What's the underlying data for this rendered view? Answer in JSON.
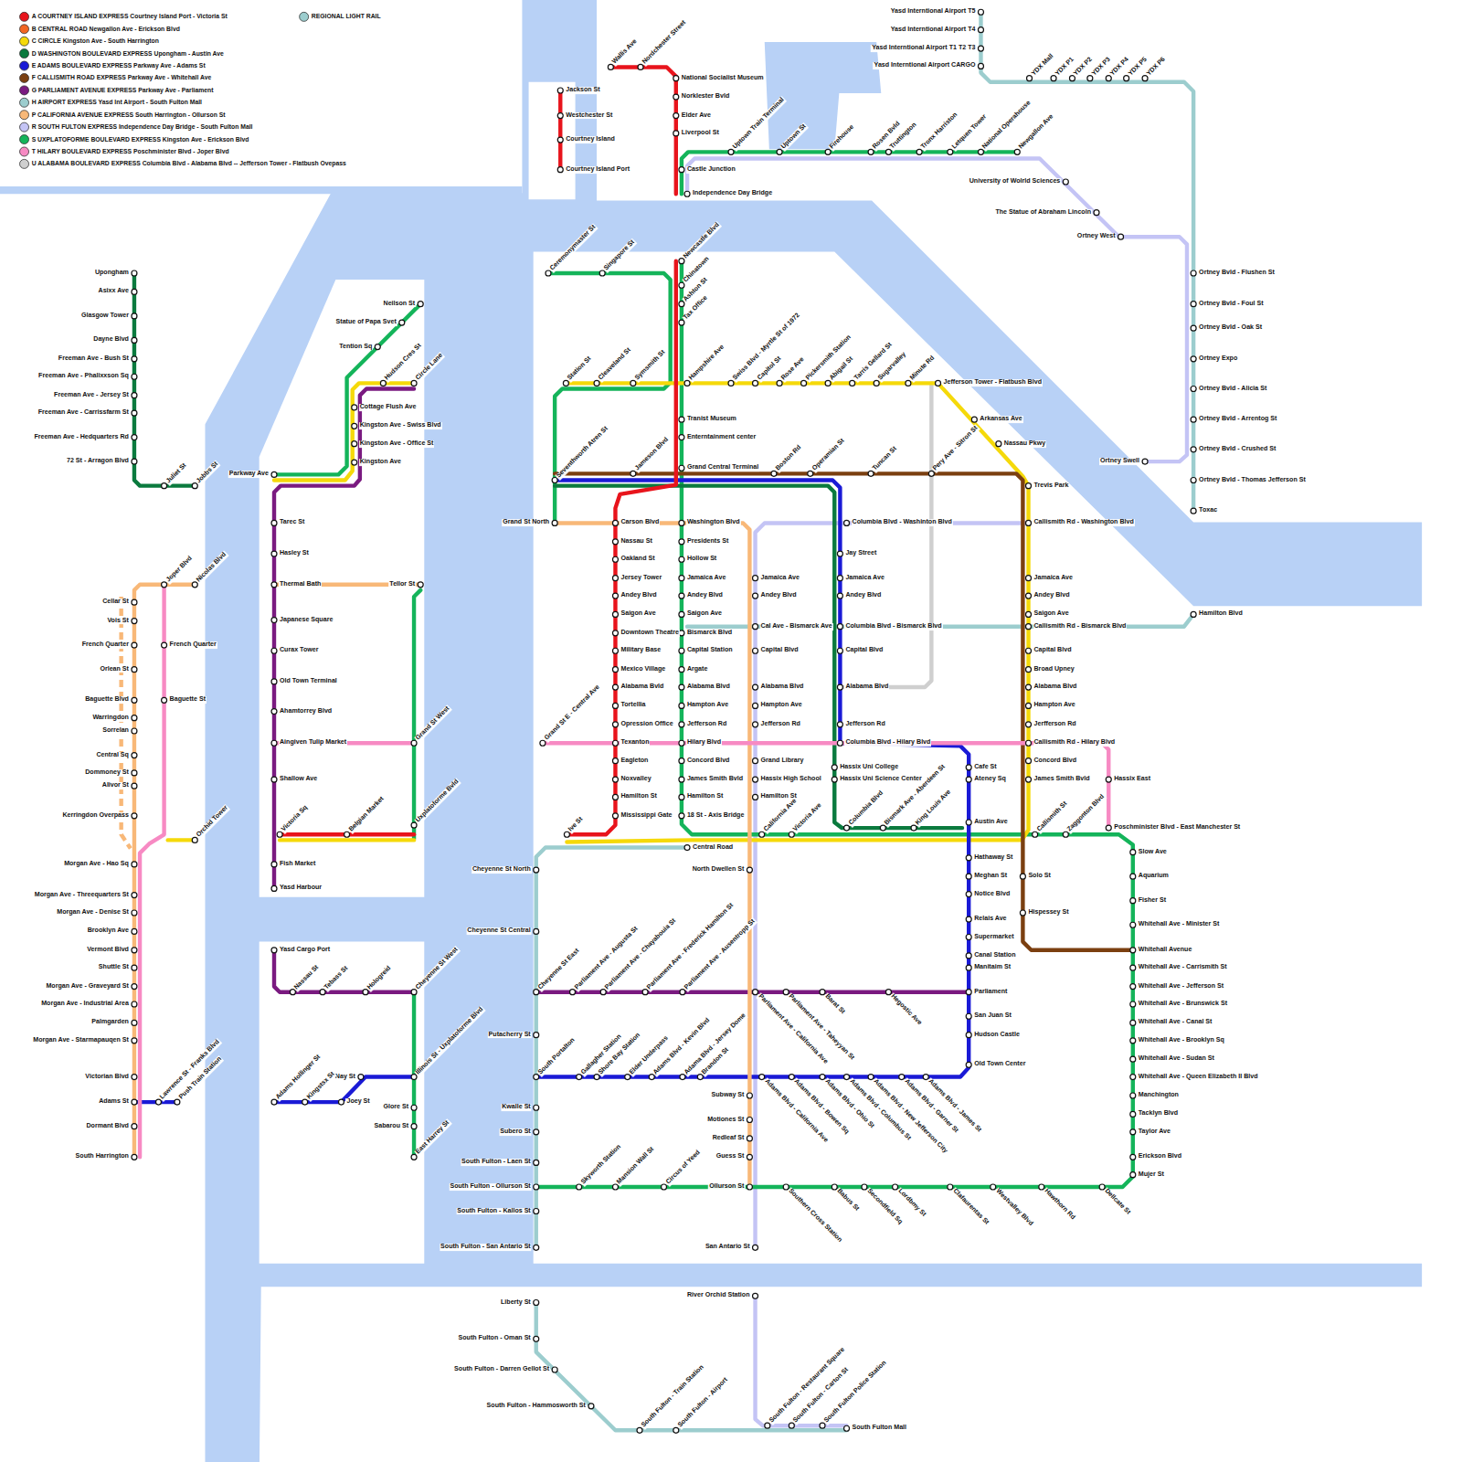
{
  "diagram": {
    "labels": [
      "Jackson St",
      "Westchester St",
      "Courtney Island",
      "Courtney Island Port",
      "Wallis Ave",
      "Nordchester Street",
      "National Socialist Museum",
      "Norklester Bvld",
      "Elder Ave",
      "Liverpool St",
      "Castle Junction",
      "Independence Day Bridge",
      "Uptown Train Terminal",
      "Uptown St",
      "Firehouse",
      "Rosen Bvld",
      "Truttington",
      "Tronx Harriston",
      "Letquen Tower",
      "National Operahouse",
      "Newgallon Ave",
      "University of Wolrld Sciences",
      "The Statue of Abraham Lincoln",
      "Ortney West",
      "Ortney Swell",
      "Yasd Interntional Airport T5",
      "Yasd Interntional Airport T4",
      "Yasd Interntional Airport T1 T2 T3",
      "Yasd Interntional Airport CARGO",
      "YDX Mall",
      "YDX P1",
      "YDX P2",
      "YDX P3",
      "YDX P4",
      "YDX P5",
      "YDX P6",
      "Ortney Bvld - Flushen St",
      "Ortney Bvld - Foul St",
      "Ortney Bvld - Oak St",
      "Ortney Expo",
      "Ortney Bvld - Alicia St",
      "Ortney Bvld - Arrentog St",
      "Ortney Bvld - Crushed St",
      "Ortney Bvld - Thomas Jefferson St",
      "Toxac",
      "Hamilton Blvd",
      "Ceremonymaster St",
      "Singapore St",
      "Newcastle Blvd",
      "Chinatown",
      "Ashton St",
      "Tax Office",
      "Station St",
      "Cleaveland St",
      "Symsmith St",
      "Hampshire Ave",
      "Swiss Blvd - Myrtle St of 1972",
      "Capitol St",
      "Rose Ave",
      "Pickersmith Station",
      "Abigail St",
      "Tarris Gellard St",
      "Sugarvalley",
      "Minute Rd",
      "Jefferson Tower - Flatbush Blvd",
      "Arkansas Ave",
      "Nassau Pkwy",
      "Tranist Museum",
      "Enterntainment center",
      "Seventhworth Atren St",
      "Jameson Blvd",
      "Grand Central Terminal",
      "Boston Rd",
      "Operamian St",
      "Tuncan St",
      "Pery Ave - Sitron St",
      "Trevis Park",
      "Grand St North",
      "Carson Blvd",
      "Washington Blvd",
      "Columbia Blvd - Washinton Blvd",
      "Callismith Rd - Washington Blvd",
      "Nassau St",
      "Oakland St",
      "Jersey Tower",
      "Andey Blvd",
      "Saigon Ave",
      "Downtown Theatre",
      "Military Base",
      "Mexico Village",
      "Alabama Bvld",
      "Tortellia",
      "Opression Office",
      "Texanton",
      "Eagleton",
      "Noxvalley",
      "Hamilton St",
      "Mississippi Gate",
      "Presidents St",
      "Hollow St",
      "Jamaica Ave",
      "Andey Blvd",
      "Saigon Ave",
      "Bismarck Blvd",
      "Capital Station",
      "Argate",
      "Alabama Blvd",
      "Hampton Ave",
      "Jefferson Rd",
      "Hilary Blvd",
      "Concord Blvd",
      "James Smith Bvld",
      "Hamilton St",
      "18 St - Axis Bridge",
      "Jamaica Ave",
      "Andey Blvd",
      "Cal Ave - Bismarck Ave",
      "Capital Blvd",
      "Alabama Blvd",
      "Hampton Ave",
      "Jefferson Rd",
      "Grand Library",
      "Hassix High School",
      "Hamilton St",
      "Jay Street",
      "Jamaica Ave",
      "Andey Blvd",
      "Columbia Blvd - Bismarck Blvd",
      "Capital Blvd",
      "Alabama Blvd",
      "Jefferson Rd",
      "Columbia Blvd - Hilary Blvd",
      "Hassix Uni College",
      "Hassix Uni Science Center",
      "Jamaica Ave",
      "Andey Blvd",
      "Saigon Ave",
      "Callismith Rd - Bismarck Blvd",
      "Capital Blvd",
      "Broad Upney",
      "Alabama Blvd",
      "Hampton Ave",
      "Jerfferson Rd",
      "Callismith Rd - Hilary Blvd",
      "Concord Blvd",
      "James Smith Bvld",
      "Hassix East",
      "Grand St E - Central Ave",
      "Cafe St",
      "Ateney Sq",
      "Austin Ave",
      "Hathaway St",
      "Meghan St",
      "Notice Blvd",
      "Relais Ave",
      "Supermarket",
      "Canal Station",
      "Manitaim St",
      "Parliament",
      "San Juan St",
      "Hudson Castle",
      "Old Town Center",
      "Ive St",
      "Central Road",
      "California Ave",
      "Victoria Ave",
      "Columbia Blvd",
      "Bismark Ave - Aberdeen St",
      "King Louis Ave",
      "Callismith St",
      "Zaggonton Blvd",
      "Poschminister Blvd - East Manchester St",
      "Solo St",
      "Hispessey St",
      "Slow Ave",
      "Aquarium",
      "Fisher St",
      "Whitehall Ave - Minister St",
      "Whitehall Avenue",
      "Whitehall Ave - Carrismith St",
      "Whitehall Ave - Jefferson St",
      "Whitehall Ave - Brunswick St",
      "Whitehall Ave - Canal St",
      "Whitehall Ave - Brooklyn Sq",
      "Whitehall Ave - Sudan St",
      "Whitehall Ave - Queen Elizabeth II Blvd",
      "Manchington",
      "Tacklyn Blvd",
      "Taylor Ave",
      "Erickson Blvd",
      "Mujer St",
      "Cheyenne St North",
      "Cheyenne St Central",
      "Putacherry St",
      "Kwalle St",
      "Subero St",
      "South Fulton - Laen St",
      "South Fulton - Ollurson St",
      "South Fulton - Kallos St",
      "South Fulton - San Antario St",
      "Cheyenne St East",
      "South Portalton",
      "North Dwellen St",
      "Parliament Ave - Augusta St",
      "Parliament Ave - Chayabouia St",
      "Parliament Ave - Frederick Hamilton St",
      "Parliament Ave - Ausentropp St",
      "Parliament Ave - California Ave",
      "Parliament Ave - Taheyyan St",
      "Barat St",
      "Hegostic Ave",
      "Gallagher Station",
      "Shore Bay Station",
      "Elder Underpass",
      "Adams Blvd - Kevin Blvd",
      "Adama Blvd - Jersey Dome",
      "Brandon St",
      "Adams Blvd - California Ave",
      "Adams Blvd - Bowen Sq",
      "Adams Blvd - Ohio St",
      "Adams Blvd - Columbus St",
      "Adams Blvd - New Jefferson City",
      "Adams Blvd - Garner St",
      "Adams Blvd - James St",
      "Subway St",
      "Motiones St",
      "Redleaf St",
      "Guess St",
      "Ollurson St",
      "San Antario St",
      "Skyworth Station",
      "Mansion Wall St",
      "Circus of Yeed",
      "Southern Cross Station",
      "Babus St",
      "Secondfield Sq",
      "Lordbmy St",
      "Clafaurentas St",
      "Westvalley Blvd",
      "Hawthorn Rd",
      "Dellcate St",
      "Liberty St",
      "South Fulton - Oman St",
      "South Fulton - Darren Gellot St",
      "South Fulton - Hammosworth St",
      "River Orchid Station",
      "South Fulton - Train Station",
      "South Fulton - Airport",
      "South Fulton - Restaurant Square",
      "South Fulton - Carton St",
      "South Fulton Police Station",
      "South Fulton Mall",
      "Neilson St",
      "Statue of Papa Svet",
      "Tention Sq",
      "Hudson Cres St",
      "Circle Lane",
      "Cottage Flush Ave",
      "Kingston Ave - Swiss Blvd",
      "Kingston Ave - Office St",
      "Kingston Ave",
      "Parkway Ave",
      "Tarec St",
      "Hasley St",
      "Thermal Bath",
      "Japanese Square",
      "Curax Tower",
      "Old Town Terminal",
      "Ahamtorrey Blvd",
      "Aingiven Tulip Market",
      "Shallow Ave",
      "Fish Market",
      "Yasd Harbour",
      "Tellor St",
      "Grand St West",
      "Uxplatoforme Bvld",
      "Victoria Sq",
      "Belgian Market",
      "Yasd Cargo Port",
      "Nassau St",
      "Tebass St",
      "Hologreid",
      "Cheyenne St West",
      "Nay St",
      "Illinois St - Uxplatoforme Blvd",
      "Adams Hollinger St",
      "Kingstsx St",
      "Joey St",
      "Glore St",
      "Sabarou St",
      "East Harrey St",
      "Upongham",
      "Asixx Ave",
      "Glasgow Tower",
      "Dayne Blvd",
      "Freeman Ave - Bush St",
      "Freeman Ave - Phalixxson Sq",
      "Freeman Ave - Jersey St",
      "Freeman Ave - Carrissfarm St",
      "Freeman Ave - Hedquarters Rd",
      "72 St - Arragon Blvd",
      "Juliet St",
      "Jobbs St",
      "Joper Blvd",
      "Nicolas Blvd",
      "Cellar St",
      "Vois St",
      "French Quarter",
      "Orlean St",
      "Baguette Blvd",
      "Warringdon",
      "Sorrelan",
      "Central Sq",
      "Dommoney St",
      "Alivor St",
      "Kerringdon Overpass",
      "French Quarter",
      "Baguette St",
      "Orchid Tower",
      "Morgan Ave - Hao Sq",
      "Morgan Ave - Threequarters St",
      "Morgan Ave - Denise St",
      "Brooklyn Ave",
      "Vermont Blvd",
      "Shuttle St",
      "Morgan Ave - Graveyard St",
      "Morgan Ave - Industrial Area",
      "Palmgarden",
      "Morgan Ave - Starmapauqen St",
      "Victorian Blvd",
      "Adams St",
      "Dormant Blvd",
      "South Harrington",
      "Lawrence St - Franks Blvd",
      "Push Train Station"
    ],
    "legend": [
      {
        "text": "A COURTNEY ISLAND EXPRESS Courtney Island Port - Victoria St",
        "color": "#e8141c"
      },
      {
        "text": "B CENTRAL ROAD Newgallon Ave - Erickson Blvd",
        "color": "#f26522"
      },
      {
        "text": "C CIRCLE Kingston Ave - South Harrington",
        "color": "#f5d90a"
      },
      {
        "text": "D WASHINGTON BOULEVARD EXPRESS Upongham - Austin Ave",
        "color": "#0b7a3e"
      },
      {
        "text": "E ADAMS BOULEVARD EXPRESS Parkway Ave - Adams St",
        "color": "#1a1ad6"
      },
      {
        "text": "F CALLISMITH ROAD EXPRESS Parkway Ave - Whitehall Ave",
        "color": "#7b3f10"
      },
      {
        "text": "G PARLIAMENT AVENUE EXPRESS Parkway Ave - Parliament",
        "color": "#7a1a80"
      },
      {
        "text": "H AIRPORT EXPRESS Yasd Int Airport - South Fulton Mall",
        "color": "#9ccdce"
      },
      {
        "text": "P CALIFORNIA AVENUE EXPRESS South Harrington - Ollurson St",
        "color": "#f8b878"
      },
      {
        "text": "R SOUTH FULTON EXPRESS Independence Day Bridge - South Fulton Mall",
        "color": "#c4c4f5"
      },
      {
        "text": "S UXPLATOFORME BOULEVARD EXPRESS Kingston Ave - Erickson Blvd",
        "color": "#14b45a"
      },
      {
        "text": "T HILARY BOULEVARD EXPRESS Poschminister Blvd - Joper Blvd",
        "color": "#f78ac3"
      },
      {
        "text": "U ALABAMA BOULEVARD EXPRESS Columbia Blvd - Alabama Blvd -- Jefferson Tower - Flatbush Ovepass",
        "color": "#cfcfcf"
      },
      {
        "text": "REGIONAL LIGHT RAIL",
        "color": "#9ccdce"
      }
    ]
  }
}
